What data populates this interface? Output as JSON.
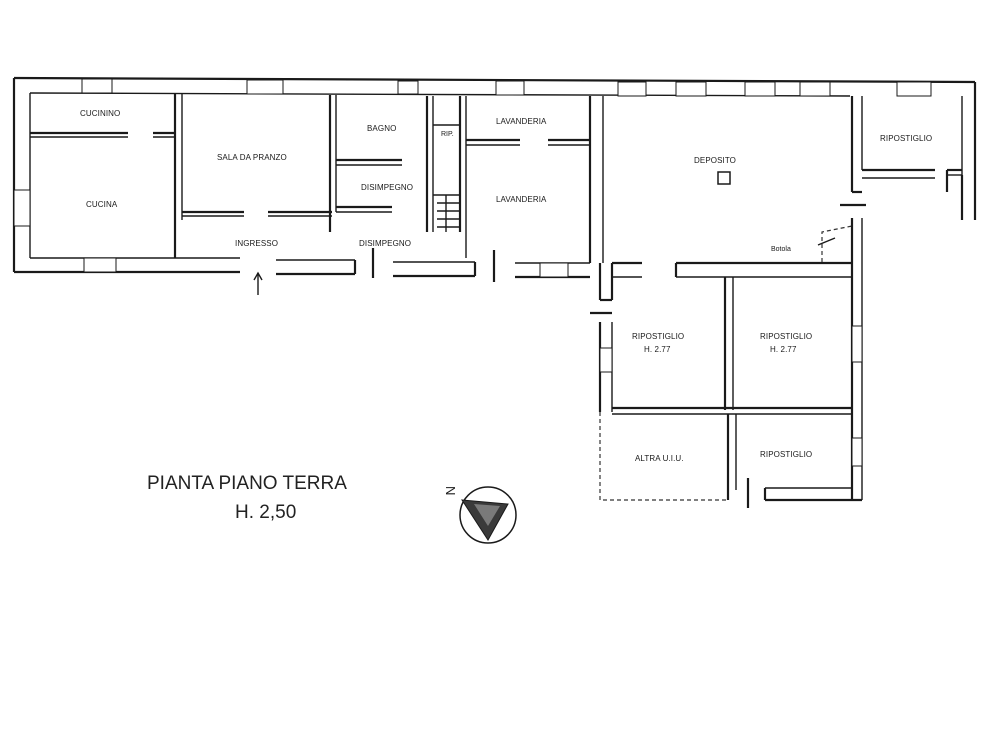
{
  "plan": {
    "title": "PIANTA PIANO TERRA",
    "height": "H. 2,50",
    "compass_letter": "N"
  },
  "rooms": {
    "cucinino": "CUCININO",
    "cucina": "CUCINA",
    "sala_da_pranzo": "SALA DA PRANZO",
    "bagno": "BAGNO",
    "rip": "RIP.",
    "disimpegno_1": "DISIMPEGNO",
    "disimpegno_2": "DISIMPEGNO",
    "ingresso": "INGRESSO",
    "lavanderia_1": "LAVANDERIA",
    "lavanderia_2": "LAVANDERIA",
    "deposito": "DEPOSITO",
    "ripostiglio_1": "RIPOSTIGLIO",
    "botola": "Botola",
    "ripostiglio_2": "RIPOSTIGLIO",
    "ripostiglio_2_h": "H. 2.77",
    "ripostiglio_3": "RIPOSTIGLIO",
    "ripostiglio_3_h": "H. 2.77",
    "altra_uiu": "ALTRA U.I.U.",
    "ripostiglio_4": "RIPOSTIGLIO"
  }
}
